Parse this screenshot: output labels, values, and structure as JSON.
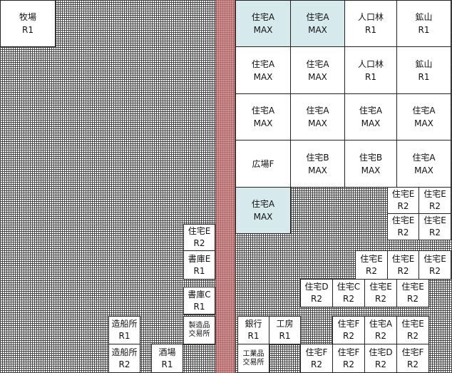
{
  "map": {
    "labels": {
      "pasture_top": [
        "牧場",
        "R1"
      ],
      "r0c0": [
        "住宅A",
        "MAX"
      ],
      "r0c1": [
        "住宅A",
        "MAX"
      ],
      "r0c2": [
        "人口林",
        "R1"
      ],
      "r0c3": [
        "鉱山",
        "R1"
      ],
      "r1c0": [
        "住宅A",
        "MAX"
      ],
      "r1c1": [
        "住宅A",
        "MAX"
      ],
      "r1c2": [
        "人口林",
        "R1"
      ],
      "r1c3": [
        "鉱山",
        "R1"
      ],
      "r2c0": [
        "住宅A",
        "MAX"
      ],
      "r2c1": [
        "住宅A",
        "MAX"
      ],
      "r2c2": [
        "住宅A",
        "MAX"
      ],
      "r2c3": [
        "住宅A",
        "MAX"
      ],
      "r3c0": [
        "広場F",
        ""
      ],
      "r3c1": [
        "住宅B",
        "MAX"
      ],
      "r3c2": [
        "住宅B",
        "MAX"
      ],
      "r3c3": [
        "住宅A",
        "MAX"
      ],
      "r4c0": [
        "住宅A",
        "MAX"
      ],
      "e_top_a": [
        "住宅E",
        "R2"
      ],
      "e_top_b": [
        "住宅E",
        "R2"
      ],
      "e_mid_a": [
        "住宅E",
        "R2"
      ],
      "e_mid_b": [
        "住宅E",
        "R2"
      ],
      "left_e": [
        "住宅E",
        "R2"
      ],
      "library_e": [
        "書庫E",
        "R1"
      ],
      "e_row3_a": [
        "住宅E",
        "R2"
      ],
      "e_row3_b": [
        "住宅E",
        "R2"
      ],
      "e_row3_c": [
        "住宅E",
        "R2"
      ],
      "library_c": [
        "書庫C",
        "R1"
      ],
      "r4_d": [
        "住宅D",
        "R2"
      ],
      "r4_c": [
        "住宅C",
        "R2"
      ],
      "r4_e1": [
        "住宅E",
        "R2"
      ],
      "r4_e2": [
        "住宅E",
        "R2"
      ],
      "ship1": [
        "造船所",
        "R1"
      ],
      "trade": [
        "製造品",
        "交易所"
      ],
      "bank": [
        "銀行",
        "R1"
      ],
      "workshop": [
        "工房",
        "R1"
      ],
      "r5_f": [
        "住宅F",
        "R2"
      ],
      "r5_a": [
        "住宅A",
        "R2"
      ],
      "r5_e": [
        "住宅E",
        "R2"
      ],
      "ship2": [
        "造船所",
        "R2"
      ],
      "tavern": [
        "酒場",
        "R1"
      ],
      "ind_trade": [
        "工業品",
        "交易所"
      ],
      "r6_f1": [
        "住宅F",
        "R2"
      ],
      "r6_f2": [
        "住宅F",
        "R2"
      ],
      "r6_d": [
        "住宅D",
        "R2"
      ],
      "r6_f3": [
        "住宅F",
        "R2"
      ]
    }
  }
}
